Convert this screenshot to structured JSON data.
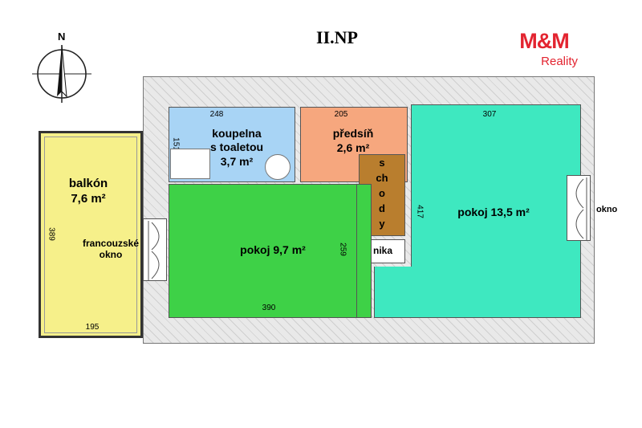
{
  "header": {
    "title": "II.NP"
  },
  "logo": {
    "brand": "M&M",
    "subbrand": "Reality",
    "color": "#e32430"
  },
  "compass": {
    "letter": "N",
    "icon": "north-arrow-icon"
  },
  "rooms": {
    "balkon": {
      "name": "balkón",
      "area": "7,6 m²",
      "dim_h": "389",
      "dim_w": "195",
      "window": "francouzské okno",
      "color": "#f6f08a"
    },
    "koupelna": {
      "line1": "koupelna",
      "line2": "s toaletou",
      "area": "3,7 m²",
      "dim_w": "248",
      "dim_h": "151",
      "color": "#a8d4f5"
    },
    "predsin": {
      "name": "předsíň",
      "area": "2,6 m²",
      "dim_w": "205",
      "color": "#f6a77e"
    },
    "schody": {
      "letters": [
        "s",
        "ch",
        "o",
        "d",
        "y"
      ],
      "color": "#b97e2e"
    },
    "nika": {
      "name": "nika"
    },
    "pokoj1": {
      "name": "pokoj 9,7 m²",
      "dim_w": "390",
      "dim_h": "259",
      "color": "#3ed147"
    },
    "pokoj2": {
      "name": "pokoj 13,5 m²",
      "dim_w": "307",
      "dim_h": "417",
      "color": "#3ee8c0"
    }
  },
  "window_right": {
    "label": "okno"
  }
}
